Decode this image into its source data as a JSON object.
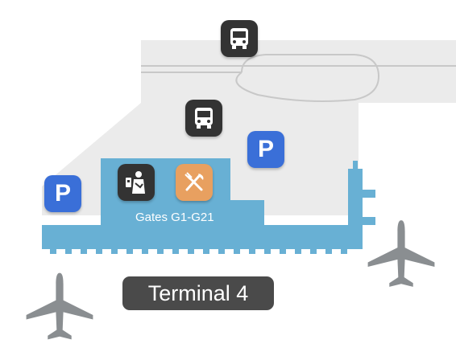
{
  "terminal": {
    "name": "Terminal 4"
  },
  "gates": {
    "label": "Gates G1-G21"
  },
  "parking": {
    "symbol": "P"
  },
  "poi_icons": [
    "bus-icon",
    "bus-icon",
    "parking-icon",
    "parking-icon",
    "security-checkpoint-icon",
    "restaurant-icon",
    "airplane-icon",
    "airplane-icon"
  ],
  "colors": {
    "terminal_building": "#68b0d4",
    "ground": "#ebebeb",
    "bus_badge": "#333333",
    "parking_badge": "#3a6fd8",
    "dining_badge": "#e8a060",
    "label_background": "#4a4a4a",
    "aircraft": "#8a8e91"
  }
}
